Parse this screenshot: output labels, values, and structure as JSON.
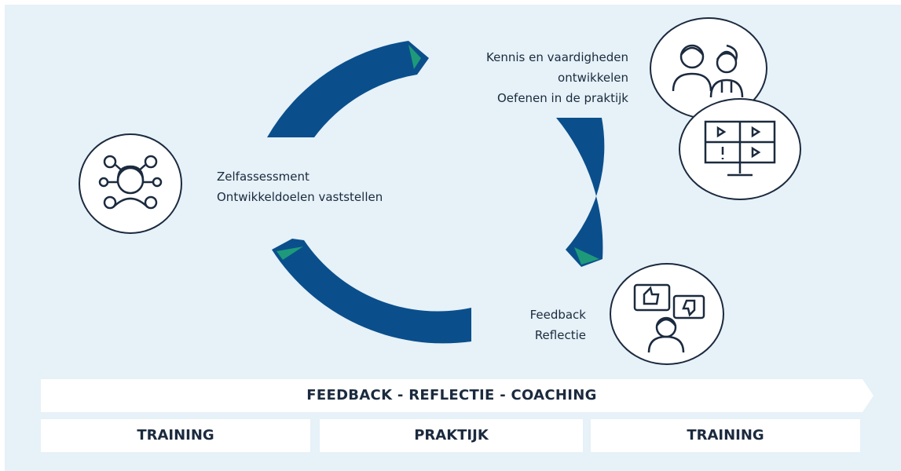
{
  "colors": {
    "background": "#e6f1f8",
    "arc": "#0a4f8c",
    "arrow_tip": "#1e9a7a",
    "text": "#1b2a3e",
    "bar": "#ffffff"
  },
  "steps": [
    {
      "lines": [
        "Zelfassessment",
        "Ontwikkeldoelen vaststellen"
      ],
      "icon": "person-network-icon"
    },
    {
      "lines": [
        "Kennis en vaardigheden",
        "ontwikkelen",
        "Oefenen in de praktijk"
      ],
      "icons": [
        "two-people-icon",
        "video-screen-icon"
      ]
    },
    {
      "lines": [
        "Feedback",
        "Reflectie"
      ],
      "icon": "feedback-thumbs-icon"
    }
  ],
  "banner": {
    "label": "FEEDBACK - REFLECTIE - COACHING"
  },
  "phases": [
    "TRAINING",
    "PRAKTIJK",
    "TRAINING"
  ]
}
